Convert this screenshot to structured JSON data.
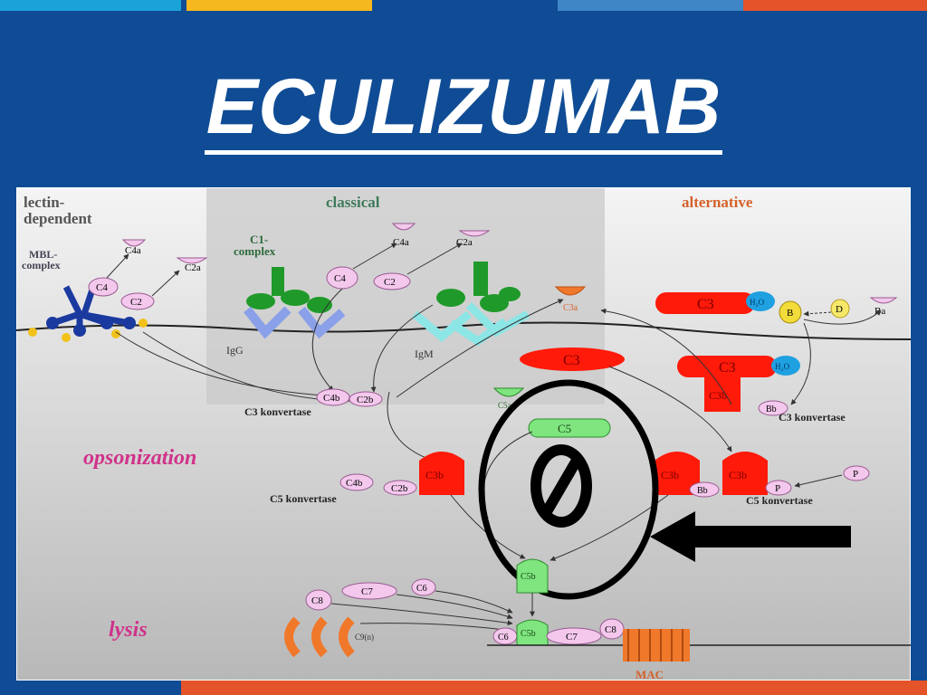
{
  "slide": {
    "title": "ECULIZUMAB",
    "colors": {
      "background": "#0f4c95",
      "bar_cyan": "#1aa3d9",
      "bar_yellow": "#f6b81f",
      "bar_steel": "#3f86c6",
      "bar_orange": "#e5532b",
      "complement_red": "#ff1a0a",
      "c5_green": "#7fe57f"
    }
  },
  "diagram": {
    "pathways": {
      "lectin": "lectin-\ndependent",
      "classical": "classical",
      "alternative": "alternative"
    },
    "labels": {
      "mbl": "MBL-\ncomplex",
      "c1": "C1-\ncomplex",
      "igg": "IgG",
      "igm": "IgM",
      "c3_konv_left": "C3 konvertase",
      "c3_konv_right": "C3 konvertase",
      "c5_konv_left": "C5 konvertase",
      "c5_konv_right": "C5 konvertase",
      "opsonization": "opsonization",
      "lysis": "lysis",
      "mac": "MAC",
      "c9n": "C9(n)"
    },
    "molecules": {
      "c4": "C4",
      "c2": "C2",
      "c4a": "C4a",
      "c2a": "C2a",
      "c4b": "C4b",
      "c2b": "C2b",
      "c3": "C3",
      "c3a": "C3a",
      "c3b": "C3b",
      "h2o": "H₂O",
      "b": "B",
      "d": "D",
      "ba": "Ba",
      "bb": "Bb",
      "p": "P",
      "c5": "C5",
      "c5a": "C5a",
      "c5b": "C5b",
      "c6": "C6",
      "c7": "C7",
      "c8": "C8"
    }
  }
}
